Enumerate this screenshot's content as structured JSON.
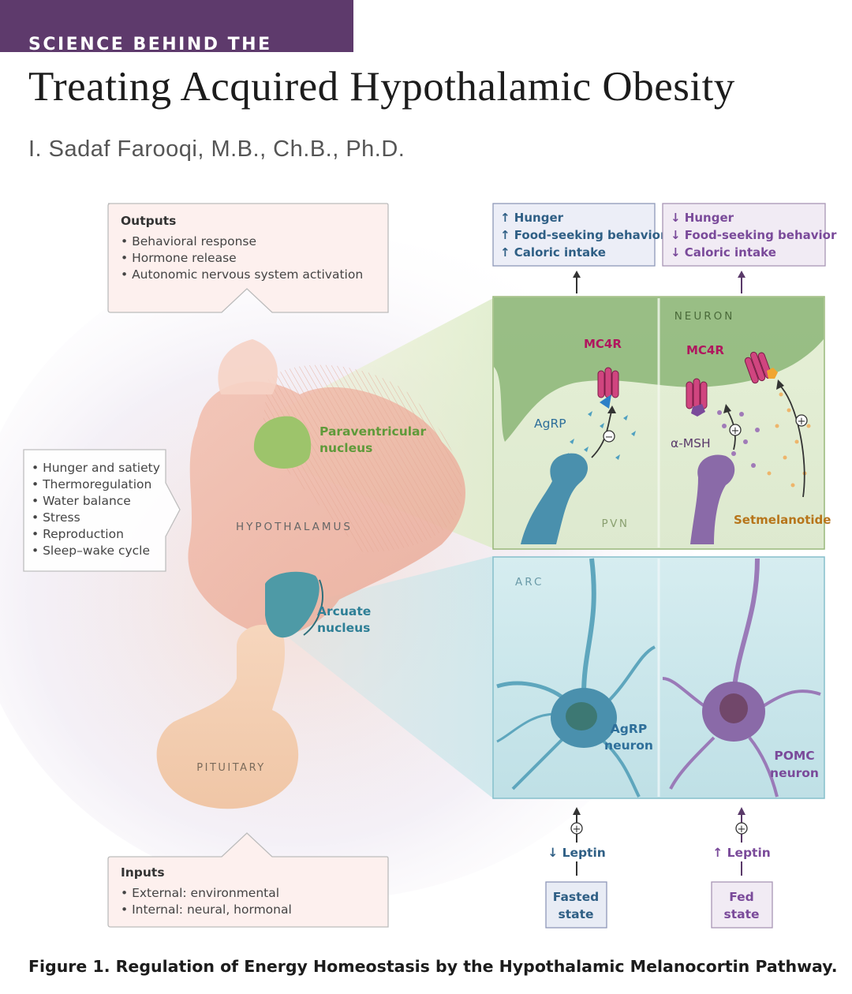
{
  "header": {
    "banner": "SCIENCE BEHIND THE STUDY",
    "title": "Treating Acquired Hypothalamic Obesity",
    "author": "I. Sadaf Farooqi, M.B., Ch.B., Ph.D."
  },
  "figure": {
    "outputs": {
      "heading": "Outputs",
      "items": [
        "• Behavioral response",
        "• Hormone release",
        "• Autonomic nervous system activation"
      ]
    },
    "functions": [
      "• Hunger and satiety",
      "• Thermoregulation",
      "• Water balance",
      "• Stress",
      "• Reproduction",
      "• Sleep–wake cycle"
    ],
    "inputs": {
      "heading": "Inputs",
      "items": [
        "• External: environmental",
        "• Internal: neural, hormonal"
      ]
    },
    "brain_labels": {
      "hypothalamus": "HYPOTHALAMUS",
      "pituitary": "PITUITARY",
      "pvn_line1": "Paraventricular",
      "pvn_line2": "nucleus",
      "arc_line1": "Arcuate",
      "arc_line2": "nucleus"
    },
    "effects_up": [
      "↑ Hunger",
      "↑ Food-seeking behavior",
      "↑  Caloric intake"
    ],
    "effects_down": [
      "↓ Hunger",
      "↓ Food-seeking behavior",
      "↓ Caloric intake"
    ],
    "pvn_panel": {
      "neuron": "NEURON",
      "mc4r_left": "MC4R",
      "mc4r_right": "MC4R",
      "agrp": "AgRP",
      "amsh": "α-MSH",
      "pvn": "PVN",
      "setmelanotide": "Setmelanotide",
      "minus": "−",
      "plus": "+"
    },
    "arc_panel": {
      "arc": "ARC",
      "agrp_neuron_1": "AgRP",
      "agrp_neuron_2": "neuron",
      "pomc_neuron_1": "POMC",
      "pomc_neuron_2": "neuron"
    },
    "bottom": {
      "leptin_down": "↓ Leptin",
      "leptin_up": "↑ Leptin",
      "fasted_1": "Fasted",
      "fasted_2": "state",
      "fed_1": "Fed",
      "fed_2": "state",
      "plus": "+"
    },
    "colors": {
      "banner": "#5e3a6c",
      "blue_label": "#2f5f85",
      "purple_label": "#7a4a9a",
      "mc4r": "#b0165e",
      "setmelanotide": "#b7751a",
      "green_text": "#5f9a3a",
      "teal_text": "#2e7f96"
    }
  },
  "caption": "Figure 1. Regulation of Energy Homeostasis by the Hypothalamic Melanocortin Pathway."
}
